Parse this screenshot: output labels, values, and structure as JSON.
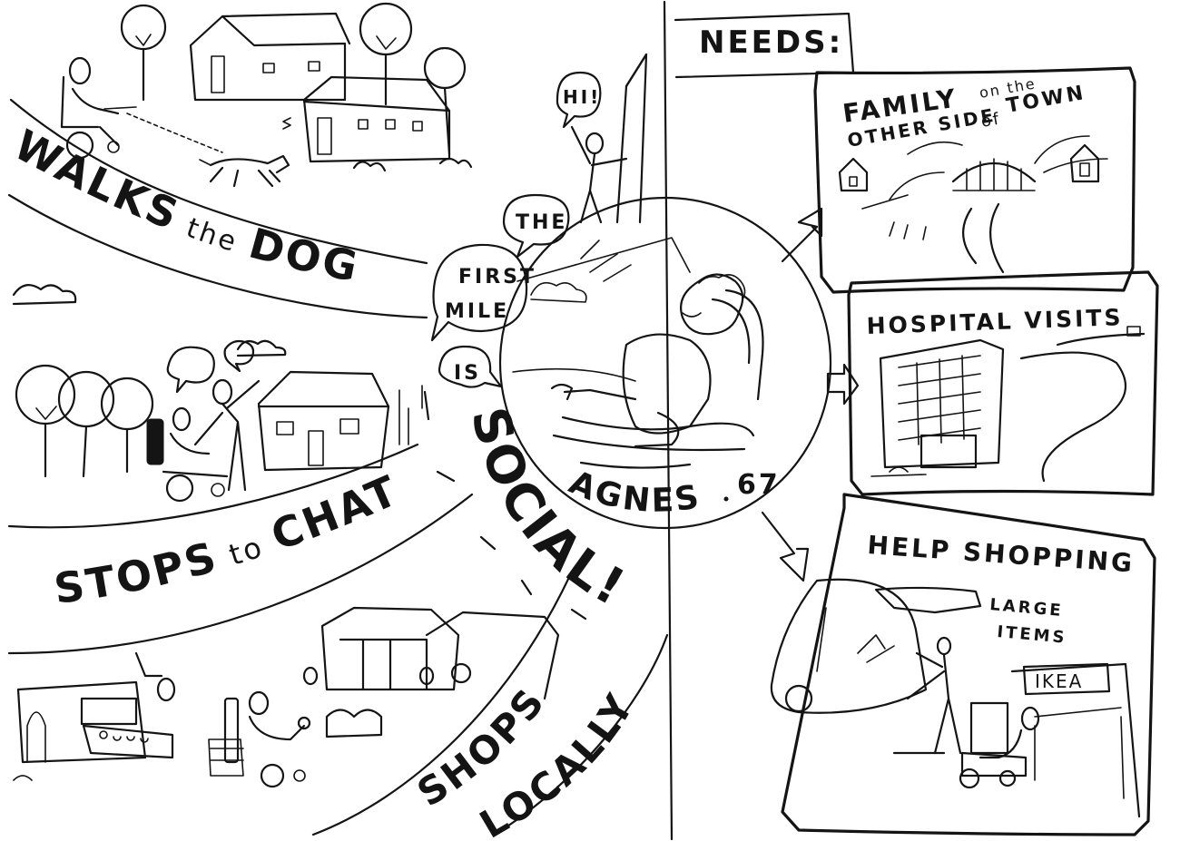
{
  "activities": {
    "walks_dog": {
      "main": "WALKS",
      "small": "the",
      "tail": "DOG"
    },
    "stops_chat": {
      "main": "STOPS",
      "small": "to",
      "tail": "CHAT"
    },
    "shops_locally": {
      "line1": "SHOPS",
      "line2": "LOCALLY"
    }
  },
  "bubbles": {
    "hi": "HI!",
    "the": "THE",
    "first": "FIRST",
    "mile": "MILE",
    "is": "IS"
  },
  "social": "SOCIAL!",
  "persona": {
    "name": "AGNES",
    "age": "67"
  },
  "needs": {
    "title": "NEEDS:",
    "family": {
      "line1": "FAMILY",
      "small1": "on the",
      "line2": "OTHER SIDE",
      "small2": "of",
      "line3": "TOWN"
    },
    "hospital": "HOSPITAL VISITS",
    "shopping": {
      "line1": "HELP SHOPPING",
      "line2": "LARGE",
      "line3": "ITEMS",
      "sign": "IKEA"
    }
  }
}
